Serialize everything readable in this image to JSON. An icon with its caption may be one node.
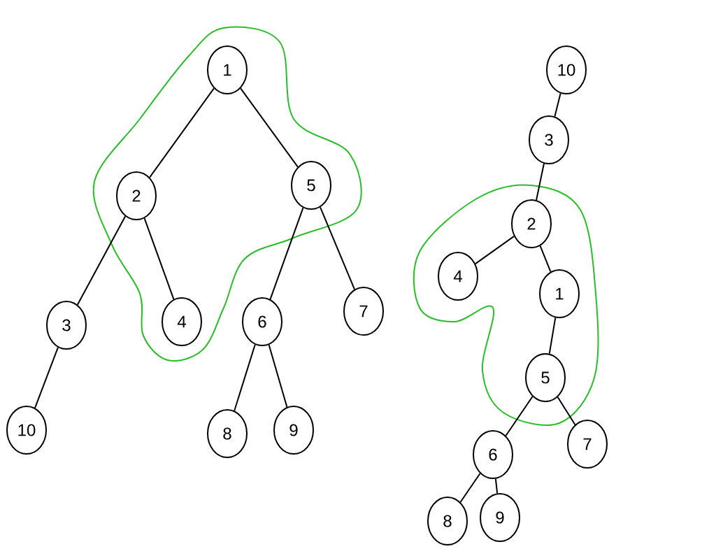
{
  "diagram": {
    "nodes": [
      {
        "text": [
          "1"
        ]
      },
      {
        "text": [
          "2"
        ]
      },
      {
        "text": [
          "5"
        ]
      },
      {
        "text": [
          "3"
        ]
      },
      {
        "text": [
          "4"
        ]
      },
      {
        "text": [
          "6"
        ]
      },
      {
        "text": [
          "7"
        ]
      },
      {
        "text": [
          "10"
        ]
      },
      {
        "text": [
          "8"
        ]
      },
      {
        "text": [
          "9"
        ]
      },
      {
        "text": [
          "10"
        ]
      },
      {
        "text": [
          "3"
        ]
      },
      {
        "text": [
          "2"
        ]
      },
      {
        "text": [
          "4"
        ]
      },
      {
        "text": [
          "1"
        ]
      },
      {
        "text": [
          "5"
        ]
      },
      {
        "text": [
          "6"
        ]
      },
      {
        "text": [
          "7"
        ]
      },
      {
        "text": [
          "8"
        ]
      },
      {
        "text": [
          "9"
        ]
      }
    ],
    "edges": [
      {
        "from": 0,
        "to": 1,
        "arrow": "none"
      },
      {
        "from": 0,
        "to": 2,
        "arrow": "none"
      },
      {
        "from": 1,
        "to": 3,
        "arrow": "none"
      },
      {
        "from": 1,
        "to": 4,
        "arrow": "none"
      },
      {
        "from": 2,
        "to": 5,
        "arrow": "none"
      },
      {
        "from": 2,
        "to": 6,
        "arrow": "none"
      },
      {
        "from": 3,
        "to": 7,
        "arrow": "none"
      },
      {
        "from": 5,
        "to": 8,
        "arrow": "none"
      },
      {
        "from": 5,
        "to": 9,
        "arrow": "none"
      },
      {
        "from": 10,
        "to": 11,
        "arrow": "none"
      },
      {
        "from": 11,
        "to": 12,
        "arrow": "none"
      },
      {
        "from": 12,
        "to": 13,
        "arrow": "none"
      },
      {
        "from": 12,
        "to": 14,
        "arrow": "none"
      },
      {
        "from": 14,
        "to": 15,
        "arrow": "none"
      },
      {
        "from": 15,
        "to": 16,
        "arrow": "none"
      },
      {
        "from": 15,
        "to": 17,
        "arrow": "none"
      },
      {
        "from": 16,
        "to": 18,
        "arrow": "none"
      },
      {
        "from": 16,
        "to": 19,
        "arrow": "none"
      }
    ]
  }
}
